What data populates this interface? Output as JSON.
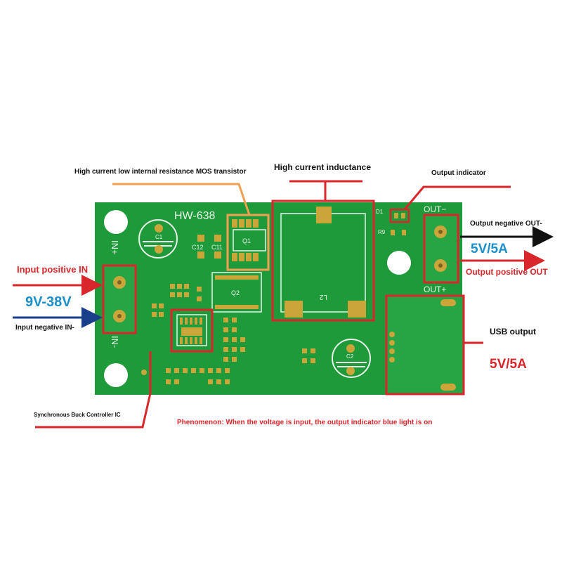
{
  "board": {
    "model": "HW-638",
    "in_plus": "IN+",
    "in_minus": "IN-",
    "out_minus": "OUT−",
    "out_plus": "OUT+",
    "designators": {
      "c1": "C1",
      "c12": "C12",
      "c11": "C11",
      "q1": "Q1",
      "q2": "Q2",
      "l2": "L2",
      "d1": "D1",
      "r9": "R9",
      "c2": "C2"
    }
  },
  "annotations": {
    "mos": "High current low internal resistance MOS transistor",
    "inductance": "High current inductance",
    "output_indicator": "Output indicator",
    "input_positive": "Input positive IN",
    "input_voltage": "9V-38V",
    "input_negative": "Input negative IN-",
    "output_negative": "Output negative OUT-",
    "output_rating": "5V/5A",
    "output_positive": "Output positive OUT",
    "usb_output": "USB output",
    "usb_rating": "5V/5A",
    "controller": "Synchronous Buck Controller IC",
    "phenomenon": "Phenomenon: When the voltage is input, the output indicator blue light is on"
  },
  "colors": {
    "pcb": "#1f9a3a",
    "pad": "#c9a53a",
    "callout_red": "#d8262a",
    "callout_orange": "#f0a050",
    "arrow_blue": "#1a3f8a",
    "text_blue": "#1a8fc9"
  }
}
